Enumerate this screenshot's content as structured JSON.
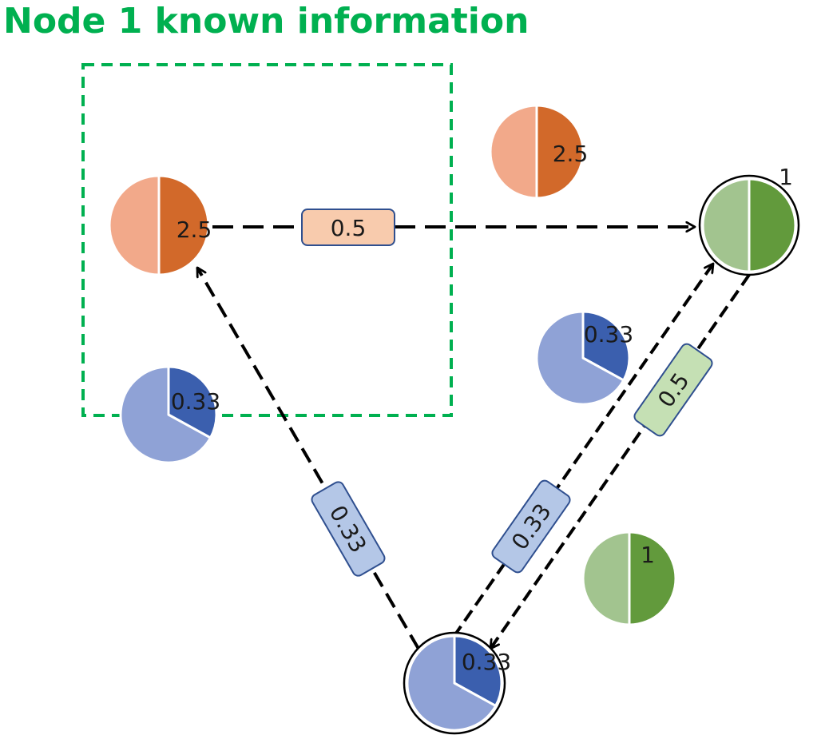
{
  "title": "Node 1 known information",
  "colors": {
    "title": "#00b050",
    "highlight_box": "#00b050",
    "orange_light": "#f2a98a",
    "orange_dark": "#d2692a",
    "green_light": "#a2c48f",
    "green_dark": "#629a3c",
    "blue_light": "#8fa2d6",
    "blue_dark": "#3b5fae",
    "label_orange_fill": "#f8cbad",
    "label_blue_fill": "#b4c7e7",
    "label_green_fill": "#c5e0b4",
    "label_border": "#2f4f8f",
    "edge": "#000000"
  },
  "nodes": [
    {
      "id": "orange",
      "value_text": "2.5",
      "dark_fraction": 0.5
    },
    {
      "id": "green",
      "value_text": "1",
      "node_label": "1",
      "dark_fraction": 0.5
    },
    {
      "id": "blue",
      "value_text": "0.33",
      "dark_fraction": 0.33
    }
  ],
  "edges": [
    {
      "from": "orange",
      "to": "green",
      "weight": "0.5"
    },
    {
      "from": "blue",
      "to": "orange",
      "weight": "0.33"
    },
    {
      "from": "blue",
      "to": "green",
      "weight": "0.33"
    },
    {
      "from": "green",
      "to": "blue",
      "weight": "0.5"
    }
  ],
  "loose_pies": [
    {
      "id": "orange-pie",
      "value_text": "2.5",
      "dark_fraction": 0.5
    },
    {
      "id": "blue-pie-left",
      "value_text": "0.33",
      "dark_fraction": 0.33
    },
    {
      "id": "blue-pie-right",
      "value_text": "0.33",
      "dark_fraction": 0.33
    },
    {
      "id": "green-pie",
      "value_text": "1",
      "dark_fraction": 0.5
    }
  ]
}
